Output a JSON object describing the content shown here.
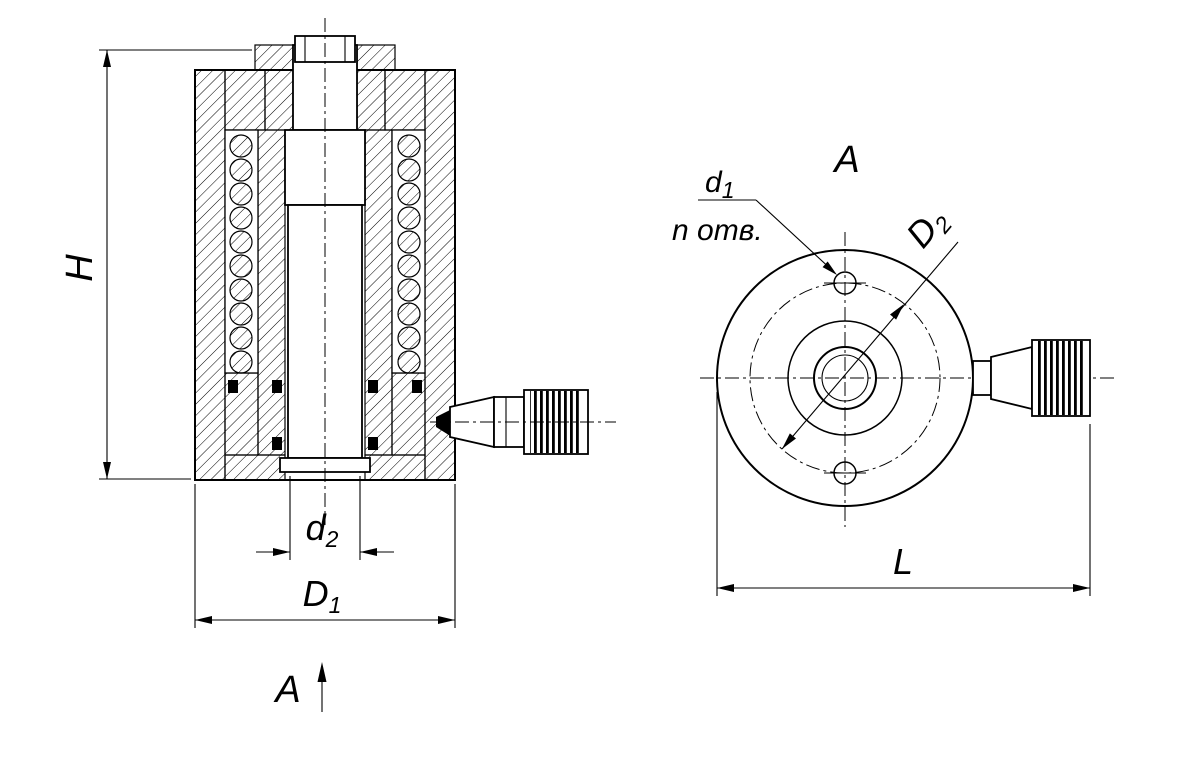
{
  "colors": {
    "line": "#000000",
    "background": "#ffffff"
  },
  "left_view": {
    "dim_height": "H",
    "dim_bore_base": "d",
    "dim_bore_sub": "2",
    "dim_outer_base": "D",
    "dim_outer_sub": "1",
    "view_arrow_label": "A"
  },
  "right_view": {
    "view_title": "A",
    "dim_hole_base": "d",
    "dim_hole_sub": "1",
    "holes_note": "n отв.",
    "dim_bolt_circle_base": "D",
    "dim_bolt_circle_sub": "2",
    "dim_length": "L"
  }
}
